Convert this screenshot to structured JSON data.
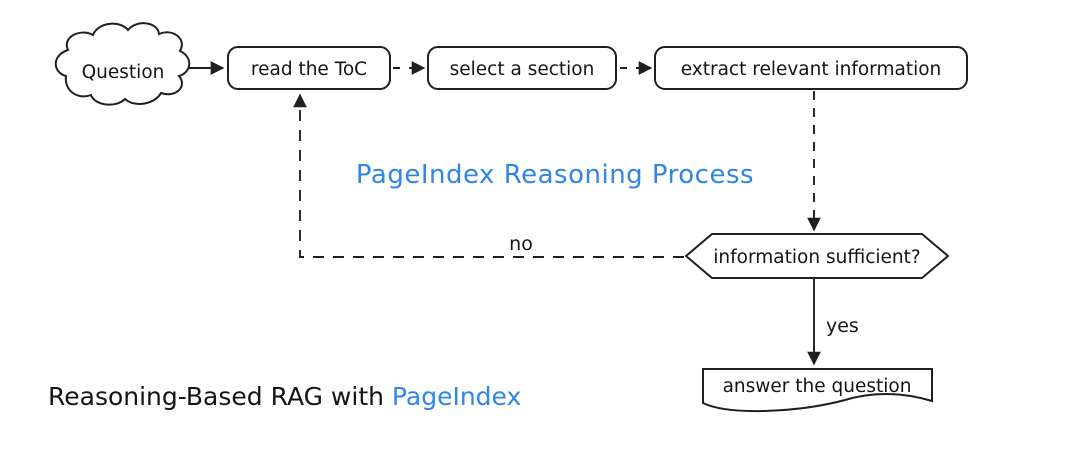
{
  "title": {
    "text": "PageIndex Reasoning Process"
  },
  "caption": {
    "prefix": "Reasoning-Based RAG with ",
    "brand": "PageIndex"
  },
  "nodes": {
    "question": {
      "label": "Question",
      "shape": "cloud"
    },
    "read_toc": {
      "label": "read the ToC",
      "shape": "rounded-rect"
    },
    "select_section": {
      "label": "select a section",
      "shape": "rounded-rect"
    },
    "extract_info": {
      "label": "extract relevant information",
      "shape": "rounded-rect"
    },
    "sufficient": {
      "label": "information sufficient?",
      "shape": "hexagon"
    },
    "answer": {
      "label": "answer the question",
      "shape": "document"
    }
  },
  "edge_labels": {
    "no": "no",
    "yes": "yes"
  },
  "colors": {
    "accent_blue": "#2f86e6",
    "stroke": "#1f1f1f",
    "background": "#ffffff"
  }
}
